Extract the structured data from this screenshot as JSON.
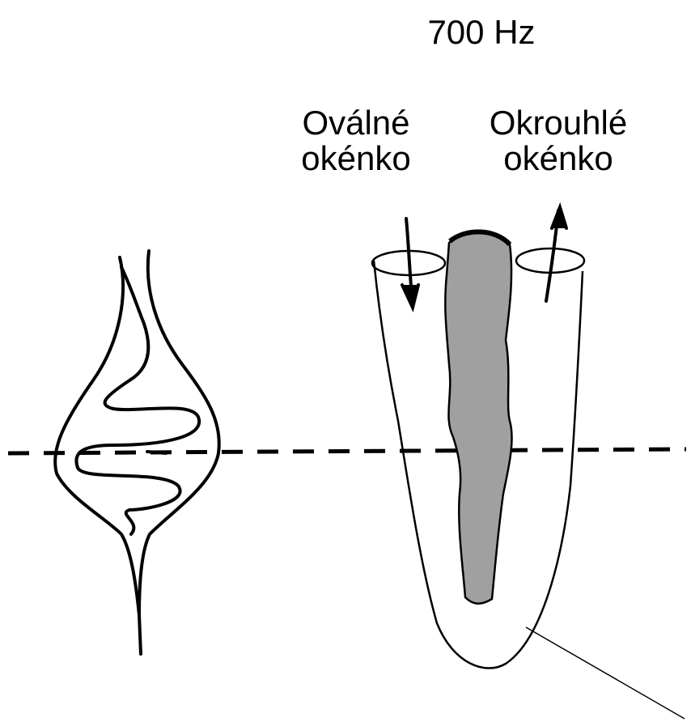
{
  "frequency_label": "700 Hz",
  "oval_window": {
    "line1": "Oválné",
    "line2": "okénko"
  },
  "round_window": {
    "line1": "Okrouhlé",
    "line2": "okénko"
  },
  "colors": {
    "ink": "#000000",
    "cochlear_fill": "#a0a0a0",
    "background": "#ffffff"
  }
}
